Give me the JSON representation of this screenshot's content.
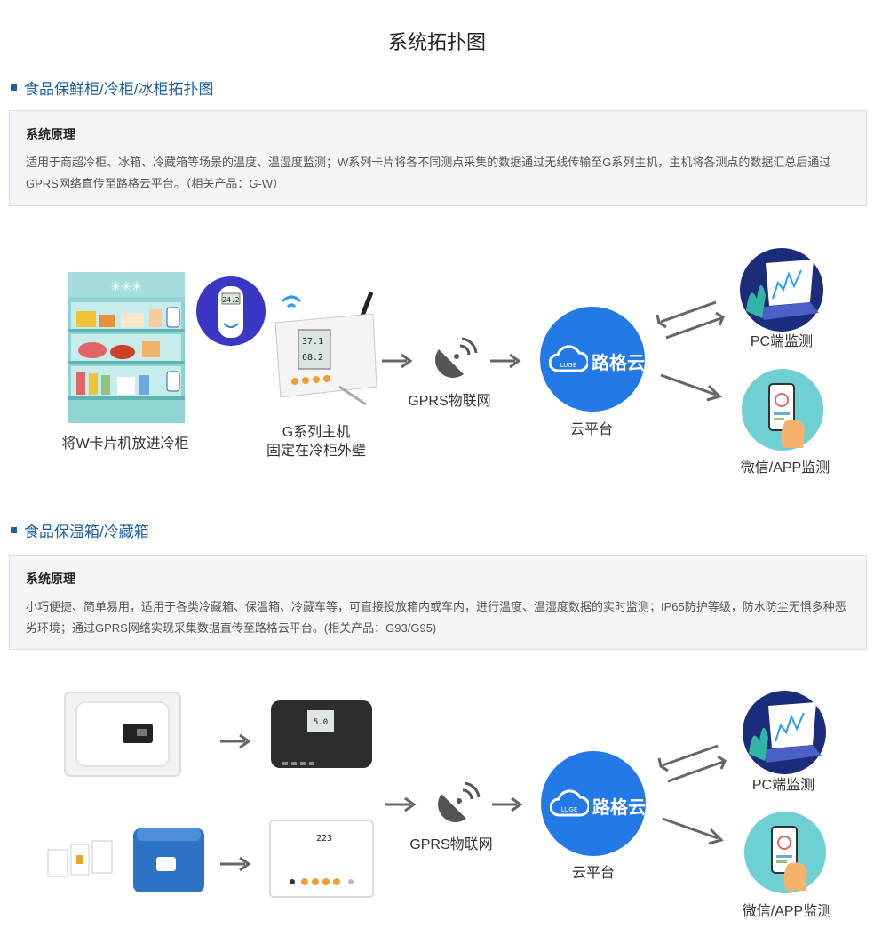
{
  "page": {
    "title": "系统拓扑图"
  },
  "section1": {
    "heading": "食品保鲜柜/冷柜/冰柜拓扑图",
    "principle_title": "系统原理",
    "principle_text": "适用于商超冷柜、冰箱、冷藏箱等场景的温度、温湿度监测；W系列卡片将各不同测点采集的数据通过无线传输至G系列主机，主机将各测点的数据汇总后通过GPRS网络直传至路格云平台。（相关产品：G-W）",
    "fridge_label": "将W卡片机放进冷柜",
    "host_label_line1": "G系列主机",
    "host_label_line2": "固定在冷柜外壁",
    "gprs_label": "GPRS物联网",
    "cloud_label": "云平台",
    "cloud_logo": "路格云",
    "cloud_badge": "LUGE",
    "pc_label": "PC端监测",
    "app_label": "微信/APP监测",
    "fridge_snow": "✳✳✳",
    "device_screen_top": "24.2",
    "host_screen_line1": "37.1",
    "host_screen_line2": "68.2"
  },
  "section2": {
    "heading": "食品保温箱/冷藏箱",
    "principle_title": "系统原理",
    "principle_text": "小巧便捷、简单易用，适用于各类冷藏箱、保温箱、冷藏车等，可直接投放箱内或车内，进行温度、温湿度数据的实时监测；IP65防护等级，防水防尘无惧多种恶劣环境；通过GPRS网络实现采集数据直传至路格云平台。(相关产品：G93/G95)",
    "gprs_label": "GPRS物联网",
    "cloud_label": "云平台",
    "cloud_logo": "路格云",
    "cloud_badge": "LUGE",
    "pc_label": "PC端监测",
    "app_label": "微信/APP监测",
    "dark_device_reading": "5.0",
    "white_device_reading": "223"
  },
  "colors": {
    "accent": "#1d5fa8",
    "cloud": "#2379e6",
    "arrow": "#666666",
    "pc_circle": "#1a2c7a",
    "app_circle": "#6fd0d4"
  }
}
